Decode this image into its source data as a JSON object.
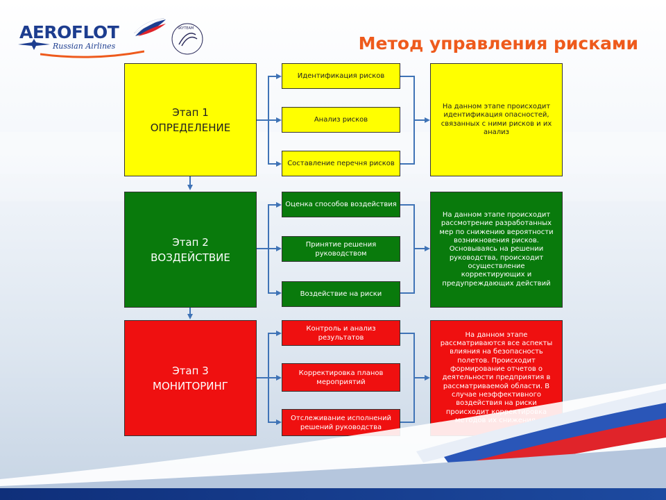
{
  "logo": {
    "name": "AEROFLOT",
    "sub": "Russian Airlines",
    "skyteam": "SKYTEAM"
  },
  "title": "Метод управления рисками",
  "colors": {
    "yellow": "#ffff00",
    "green": "#097a0c",
    "red": "#ef1010",
    "connector": "#3f73b6",
    "title": "#ee5a1c",
    "logo": "#1d3d8f"
  },
  "stages": [
    {
      "label": "Этап 1",
      "name": "ОПРЕДЕЛЕНИЕ",
      "substeps": [
        "Идентификация рисков",
        "Анализ рисков",
        "Составление перечня рисков"
      ],
      "description": "На данном этапе происходит идентификация опасностей, связанных с ними рисков и их анализ"
    },
    {
      "label": "Этап 2",
      "name": "ВОЗДЕЙСТВИЕ",
      "substeps": [
        "Оценка способов воздействия",
        "Принятие решения руководством",
        "Воздействие на риски"
      ],
      "description": "На данном этапе происходит рассмотрение разработанных мер по снижению вероятности возникновения рисков. Основываясь на решении руководства, происходит осуществление корректирующих и предупреждающих действий"
    },
    {
      "label": "Этап 3",
      "name": "МОНИТОРИНГ",
      "substeps": [
        "Контроль и анализ результатов",
        "Корректировка планов мероприятий",
        "Отслеживание исполнений решений руководства"
      ],
      "description": "На данном этапе рассматриваются все аспекты влияния на безопасность полетов. Происходит формирование отчетов о деятельности предприятия в рассматриваемой области. В случае неэффективного воздействия на риски происходит корректировка методов их снижения."
    }
  ]
}
